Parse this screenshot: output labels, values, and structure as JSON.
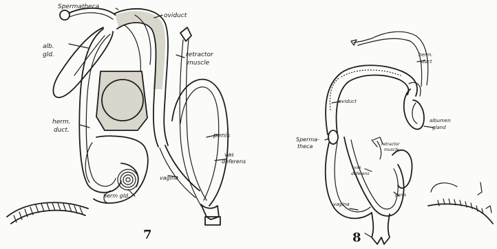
{
  "figures": [
    {
      "number": "7",
      "labels": {
        "spermatheca": "Spermatheca",
        "oviduct": "oviduct",
        "alb_gld_1": "alb.",
        "alb_gld_2": "gld.",
        "retractor_1": "retractor",
        "retractor_2": "muscle",
        "herm_duct_1": "herm.",
        "herm_duct_2": "duct.",
        "penis": "penis",
        "vas_deferens_1": "vas",
        "vas_deferens_2": "deferens",
        "vagina": "vagina",
        "herm_gld": "herm gld."
      }
    },
    {
      "number": "8",
      "labels": {
        "herm_duct_1": "herm.",
        "herm_duct_2": "duct",
        "albumen_1": "albumen",
        "albumen_2": "gland",
        "oviduct": "oviduct",
        "spermatheca_1": "Sperma-",
        "spermatheca_2": "theca",
        "retractor_1": "retractor",
        "retractor_2": "muscle",
        "vas_deferens_1": "vas",
        "vas_deferens_2": "deferens",
        "penis": "penis",
        "vagina": "vagina"
      }
    }
  ],
  "colors": {
    "ink": "#1c1c1c",
    "paper": "#fbfbf9",
    "stipple": "#d9d6cc"
  }
}
